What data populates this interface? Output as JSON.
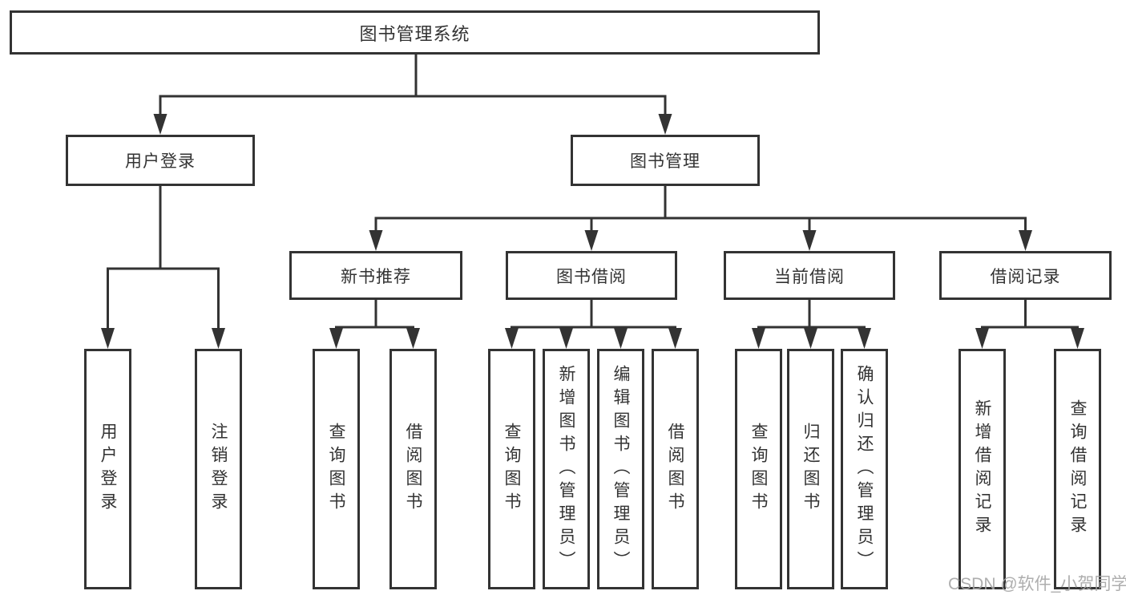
{
  "nodes": {
    "root": {
      "label": "图书管理系统"
    },
    "user_login": {
      "label": "用户登录"
    },
    "book_management": {
      "label": "图书管理"
    },
    "new_book_recommend": {
      "label": "新书推荐"
    },
    "book_borrow": {
      "label": "图书借阅"
    },
    "current_borrow": {
      "label": "当前借阅"
    },
    "borrow_records": {
      "label": "借阅记录"
    },
    "leaves": [
      {
        "label": "用户登录"
      },
      {
        "label": "注销登录"
      },
      {
        "label": "查询图书"
      },
      {
        "label": "借阅图书"
      },
      {
        "label": "查询图书"
      },
      {
        "label": "新增图书（管理员）"
      },
      {
        "label": "编辑图书（管理员）"
      },
      {
        "label": "借阅图书"
      },
      {
        "label": "查询图书"
      },
      {
        "label": "归还图书"
      },
      {
        "label": "确认归还（管理员）"
      },
      {
        "label": "新增借阅记录"
      },
      {
        "label": "查询借阅记录"
      }
    ]
  },
  "watermark": {
    "text": "CSDN @软件_小贺同学"
  },
  "colors": {
    "line": "#333333",
    "node_border": "#333333",
    "node_text": "#333333",
    "watermark": "#a6a6a6",
    "background": "#ffffff"
  }
}
